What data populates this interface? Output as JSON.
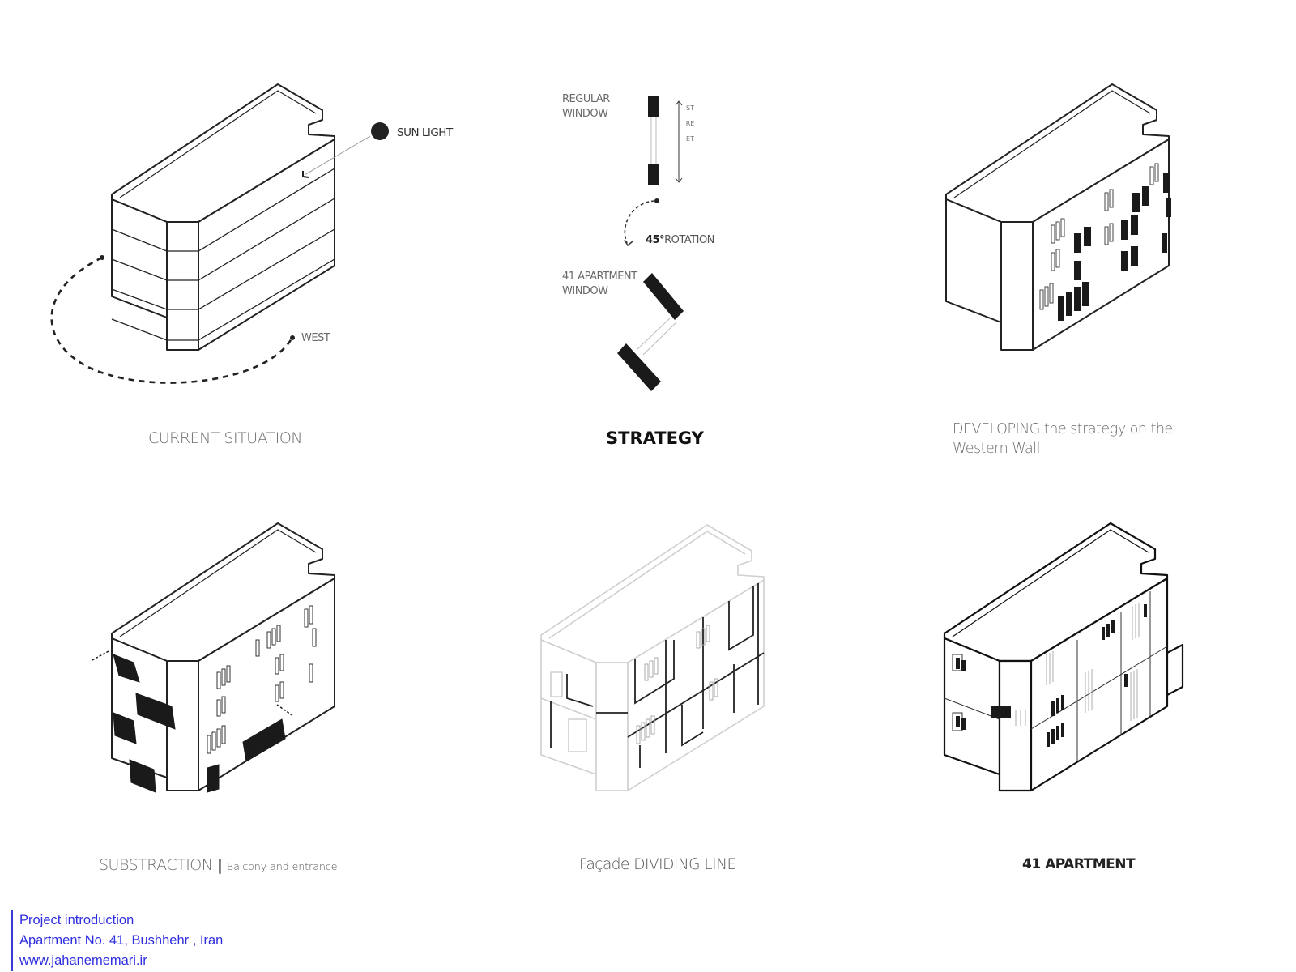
{
  "panels": {
    "current": {
      "caption": "CURRENT SITUATION",
      "sun_label": "SUN LIGHT",
      "west_label": "WEST"
    },
    "strategy": {
      "caption": "STRATEGY",
      "regular_window_line1": "REGULAR",
      "regular_window_line2": "WINDOW",
      "street_letters": "STREET",
      "rotation_deg": "45°",
      "rotation_word": "ROTATION",
      "apartment_window_line1": "41 APARTMENT",
      "apartment_window_line2": "WINDOW"
    },
    "developing": {
      "caption_line1": "DEVELOPING the strategy on the",
      "caption_line2": "Western Wall"
    },
    "subtraction": {
      "caption_main": "SUBSTRACTION",
      "separator": "|",
      "caption_sub": "Balcony and entrance"
    },
    "facade": {
      "caption": "Façade DIVIDING LINE"
    },
    "final": {
      "caption": "41 APARTMENT"
    }
  },
  "credits": {
    "line1": "Project introduction",
    "line2": "Apartment No. 41, Bushhehr , Iran",
    "line3": "www.jahanememari.ir"
  },
  "colors": {
    "line": "#222222",
    "light_line": "#cfcfcf",
    "credit_blue": "#2e2ee0",
    "caption_gray": "#6d6d6d"
  }
}
